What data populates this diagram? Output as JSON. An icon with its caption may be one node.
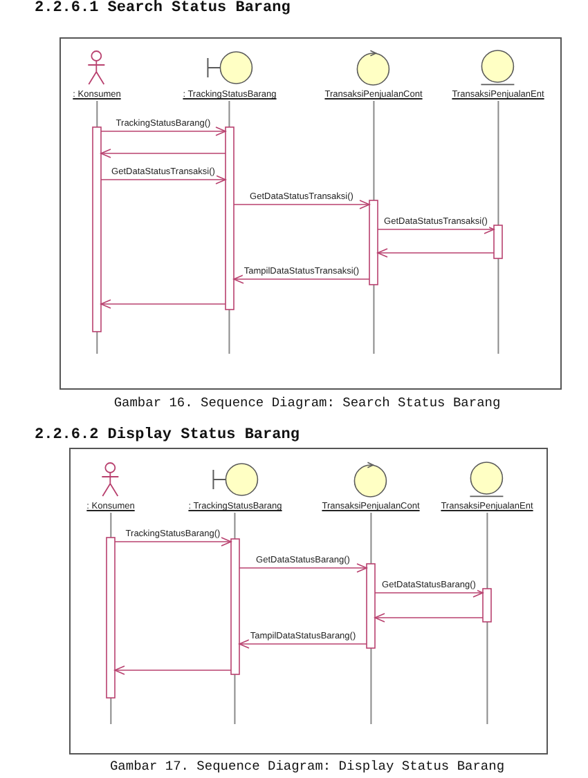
{
  "diagram": {
    "nodes": [
      {
        "text": [
          ": Konsumen"
        ]
      },
      {
        "text": [
          ": TrackingStatusBarang"
        ]
      },
      {
        "text": [
          "TransaksiPenjualanCont"
        ]
      },
      {
        "text": [
          "TransaksiPenjualanEnt"
        ]
      },
      {
        "text": [
          ": Konsumen"
        ]
      },
      {
        "text": [
          ": TrackingStatusBarang"
        ]
      },
      {
        "text": [
          "TransaksiPenjualanCont"
        ]
      },
      {
        "text": [
          "TransaksiPenjualanEnt"
        ]
      }
    ],
    "edges": [
      {
        "from": 0,
        "to": 1,
        "arrow": "to",
        "label": "TrackingStatusBarang()"
      },
      {
        "from": 1,
        "to": 0,
        "arrow": "to"
      },
      {
        "from": 0,
        "to": 1,
        "arrow": "to",
        "label": "GetDataStatusTransaksi()"
      },
      {
        "from": 1,
        "to": 2,
        "arrow": "to",
        "label": "GetDataStatusTransaksi()"
      },
      {
        "from": 2,
        "to": 3,
        "arrow": "to",
        "label": "GetDataStatusTransaksi()"
      },
      {
        "from": 3,
        "to": 2,
        "arrow": "to"
      },
      {
        "from": 2,
        "to": 1,
        "arrow": "to",
        "label": "TampilDataStatusTransaksi()"
      },
      {
        "from": 1,
        "to": 0,
        "arrow": "to"
      },
      {
        "from": 4,
        "to": 5,
        "arrow": "to",
        "label": "TrackingStatusBarang()"
      },
      {
        "from": 5,
        "to": 6,
        "arrow": "to",
        "label": "GetDataStatusBarang()"
      },
      {
        "from": 6,
        "to": 7,
        "arrow": "to",
        "label": "GetDataStatusBarang()"
      },
      {
        "from": 7,
        "to": 6,
        "arrow": "to"
      },
      {
        "from": 6,
        "to": 5,
        "arrow": "to",
        "label": "TampilDataStatusBarang()"
      },
      {
        "from": 5,
        "to": 4,
        "arrow": "to"
      }
    ],
    "labels": [
      "2.2.6.1 Search Status Barang",
      "Gambar 16. Sequence Diagram: Search Status Barang",
      "2.2.6.2 Display Status Barang",
      "Gambar 17. Sequence Diagram: Display Status Barang"
    ]
  }
}
